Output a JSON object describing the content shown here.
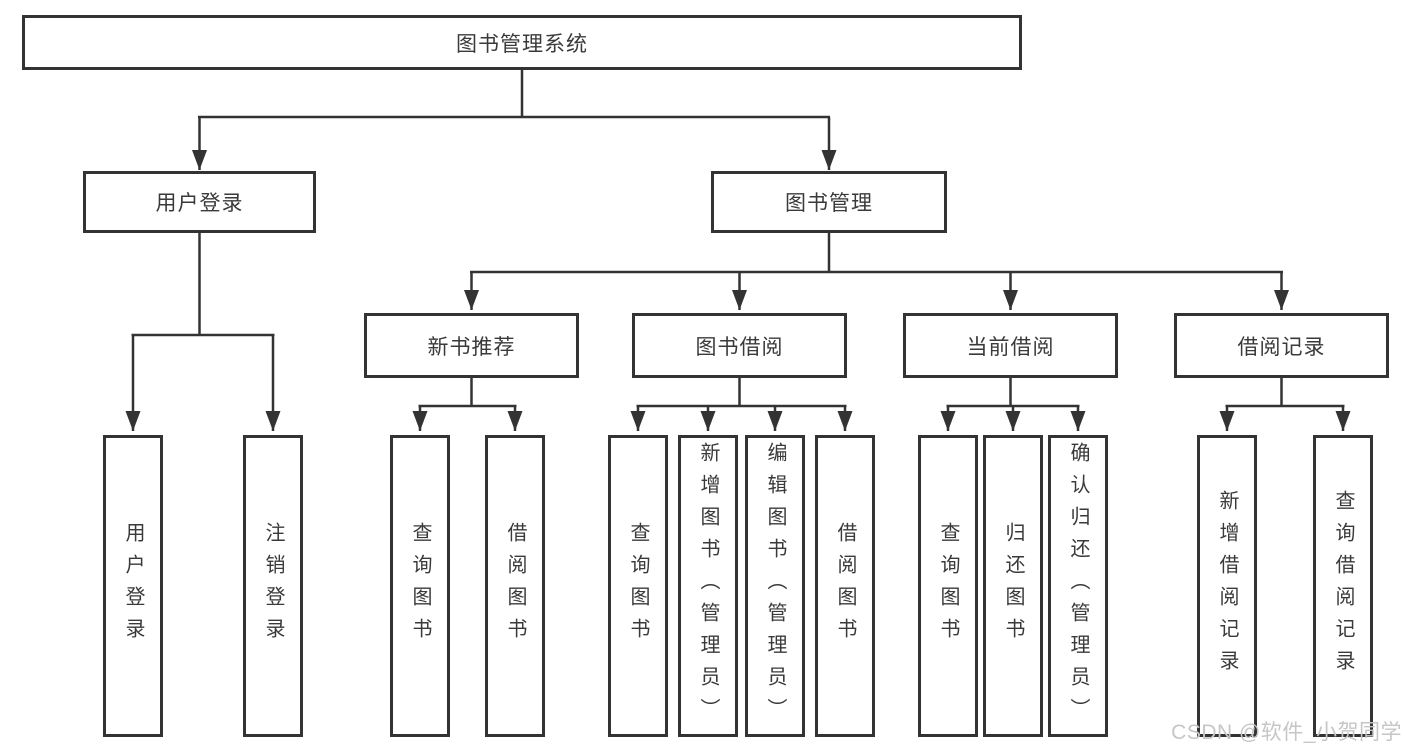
{
  "diagram": {
    "title": "图书管理系统",
    "branches": {
      "user_login": {
        "label": "用户登录",
        "children": {
          "login": "用户登录",
          "logout": "注销登录"
        }
      },
      "book_management": {
        "label": "图书管理",
        "children": {
          "new_book_recommend": {
            "label": "新书推荐",
            "children": {
              "query": "查询图书",
              "borrow": "借阅图书"
            }
          },
          "book_borrow": {
            "label": "图书借阅",
            "children": {
              "query": "查询图书",
              "add": "新增图书（管理员）",
              "edit": "编辑图书（管理员）",
              "borrow": "借阅图书"
            }
          },
          "current_borrow": {
            "label": "当前借阅",
            "children": {
              "query": "查询图书",
              "return": "归还图书",
              "confirm": "确认归还（管理员）"
            }
          },
          "borrow_records": {
            "label": "借阅记录",
            "children": {
              "add": "新增借阅记录",
              "query": "查询借阅记录"
            }
          }
        }
      }
    }
  },
  "watermark": "CSDN @软件_小贺同学",
  "colors": {
    "line": "#333333",
    "box_background": "#ffffff",
    "watermark": "#c6c6c6"
  }
}
